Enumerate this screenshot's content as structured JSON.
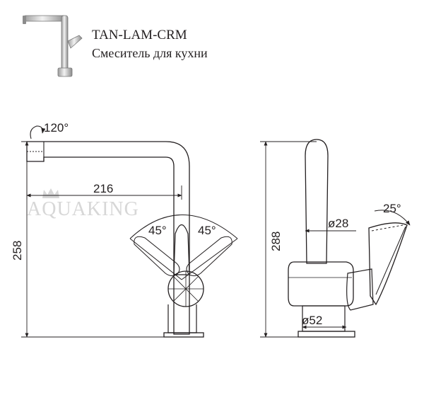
{
  "header": {
    "model": "TAN-LAM-CRM",
    "subtitle": "Смеситель для кухни"
  },
  "watermark": {
    "brand": "AQUAKING",
    "crown_icon": "crown-icon"
  },
  "front_view": {
    "rotation_angle": "120°",
    "spout_reach": "216",
    "handle_angle_left": "45°",
    "handle_angle_right": "45°",
    "height": "258"
  },
  "side_view": {
    "height": "288",
    "body_diameter": "ø28",
    "base_diameter": "ø52",
    "handle_tilt": "25°"
  },
  "colors": {
    "line": "#231f20",
    "fill": "#ffffff",
    "watermark": "#d7d7d7"
  }
}
